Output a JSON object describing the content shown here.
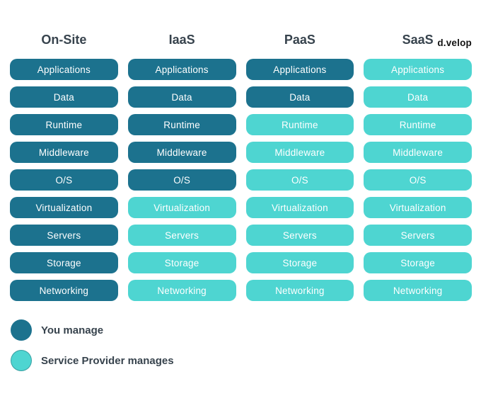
{
  "brand": {
    "logo": "d.velop"
  },
  "colors": {
    "you_manage": "#1c728e",
    "provider_manages": "#4ed5d1",
    "heading": "#37434d",
    "pill_text": "#ffffff",
    "background": "#ffffff"
  },
  "layers": [
    "Applications",
    "Data",
    "Runtime",
    "Middleware",
    "O/S",
    "Virtualization",
    "Servers",
    "Storage",
    "Networking"
  ],
  "columns": [
    {
      "label": "On-Site",
      "you_manage_count": 9
    },
    {
      "label": "IaaS",
      "you_manage_count": 5
    },
    {
      "label": "PaaS",
      "you_manage_count": 2
    },
    {
      "label": "SaaS",
      "you_manage_count": 0
    }
  ],
  "legend": {
    "items": [
      {
        "label": "You manage",
        "color_key": "you_manage"
      },
      {
        "label": "Service Provider manages",
        "color_key": "provider_manages"
      }
    ]
  }
}
